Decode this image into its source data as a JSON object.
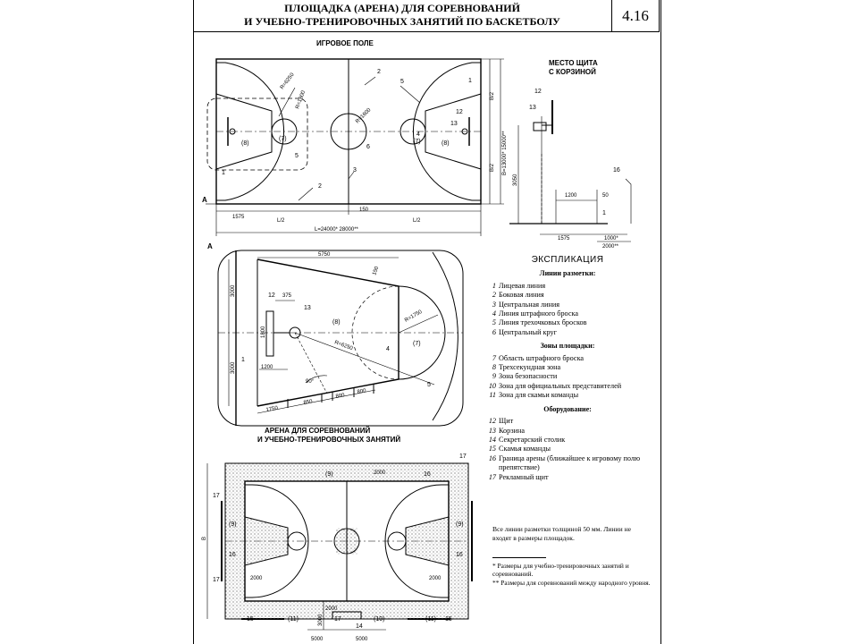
{
  "header": {
    "title_line1": "ПЛОЩАДКА (АРЕНА) ДЛЯ СОРЕВНОВАНИЙ",
    "title_line2": "И УЧЕБНО-ТРЕНИРОВОЧНЫХ ЗАНЯТИЙ ПО БАСКЕТБОЛУ",
    "sheet_number": "4.16"
  },
  "field": {
    "title": "ИГРОВОЕ ПОЛЕ",
    "radius_3pt": "R=6250",
    "radius_1800": "R=1800",
    "radius_1600": "R=1600",
    "dim_1575": "1575",
    "dim_150": "150",
    "half_left": "L/2",
    "half_right": "L/2",
    "length": "L=24000* 28000**",
    "width": "B=13000* 15000**",
    "half_b_top": "B/2",
    "half_b_bottom": "B/2",
    "marker_a": "A"
  },
  "backboard": {
    "title_line1": "МЕСТО ЩИТА",
    "title_line2": "С КОРЗИНОЙ",
    "height": "3050",
    "dim_1200": "1200",
    "dim_50": "50",
    "dim_1575": "1575",
    "dim_1000": "1000*",
    "dim_2000": "2000**"
  },
  "detail": {
    "marker_a": "A",
    "dim_5750": "5750",
    "dim_375": "375",
    "dim_1800": "1800",
    "dim_150": "150",
    "dim_1200": "1200",
    "dim_3000_top": "3000",
    "dim_3000_bottom": "3000",
    "radius_1750": "R=1750",
    "radius_6250": "R=6250",
    "angle": "90°",
    "dim_1750": "1750",
    "dim_850": "850",
    "dim_800a": "800",
    "dim_800b": "800"
  },
  "arena": {
    "title_line1": "АРЕНА ДЛЯ СОРЕВНОВАНИЙ",
    "title_line2": "И УЧЕБНО-ТРЕНИРОВОЧНЫХ ЗАНЯТИЙ",
    "dim_2000_top": "2000",
    "dim_2000_left": "2000",
    "dim_2000_right": "2000",
    "dim_2000_bottom": "2000",
    "dim_3000": "3000",
    "dim_5000_left": "5000",
    "dim_5000_right": "5000"
  },
  "legend": {
    "title": "ЭКСПЛИКАЦИЯ",
    "lines_title": "Линии разметки:",
    "lines": [
      {
        "n": "1",
        "text": "Лицевая линия"
      },
      {
        "n": "2",
        "text": "Боковая линия"
      },
      {
        "n": "3",
        "text": "Центральная линия"
      },
      {
        "n": "4",
        "text": "Линия штрафного броска"
      },
      {
        "n": "5",
        "text": "Линия трехочковых бросков"
      },
      {
        "n": "6",
        "text": "Центральный круг"
      }
    ],
    "zones_title": "Зоны площадки:",
    "zones": [
      {
        "n": "7",
        "text": "Область штрафного броска"
      },
      {
        "n": "8",
        "text": "Трехсекундная зона"
      },
      {
        "n": "9",
        "text": "Зона безопасности"
      },
      {
        "n": "10",
        "text": "Зона для официальных представителей"
      },
      {
        "n": "11",
        "text": "Зона для скамьи команды"
      }
    ],
    "equipment_title": "Оборудование:",
    "equipment": [
      {
        "n": "12",
        "text": "Щит"
      },
      {
        "n": "13",
        "text": "Корзина"
      },
      {
        "n": "14",
        "text": "Секретарский столик"
      },
      {
        "n": "15",
        "text": "Скамья команды"
      },
      {
        "n": "16",
        "text": "Граница арены (ближайшее к игровому полю препятствие)"
      },
      {
        "n": "17",
        "text": "Рекламный щит"
      }
    ]
  },
  "note": "Все линии разметки толщиной 50 мм. Линии не входят в размеры площадок.",
  "footnotes": {
    "f1": "* Размеры для учебно-тренировочных занятий и соревнований.",
    "f2": "** Размеры для соревнований между народного уровня."
  }
}
